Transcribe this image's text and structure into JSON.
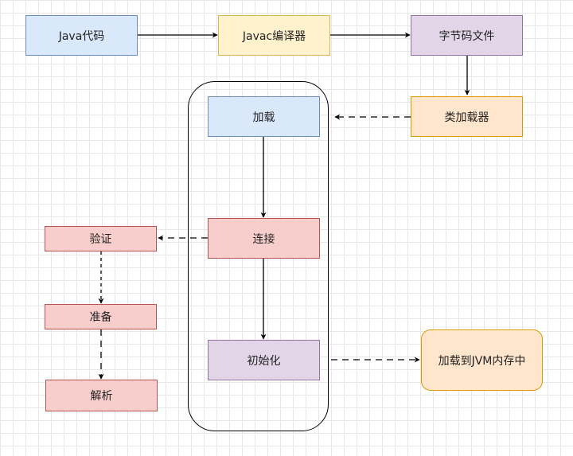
{
  "nodes": {
    "java_code": "Java代码",
    "javac_compiler": "Javac编译器",
    "bytecode_file": "字节码文件",
    "class_loader": "类加载器",
    "loading": "加载",
    "linking": "连接",
    "initialization": "初始化",
    "verification": "验证",
    "preparation": "准备",
    "resolution": "解析",
    "loaded_into_jvm": "加载到JVM内存中"
  },
  "colors": {
    "blue_fill": "#dae8fc",
    "yellow_fill": "#fff2cc",
    "purple_fill": "#e1d5e7",
    "orange_fill": "#ffe6cc",
    "red_fill": "#f8cecc",
    "edge": "#000000"
  }
}
